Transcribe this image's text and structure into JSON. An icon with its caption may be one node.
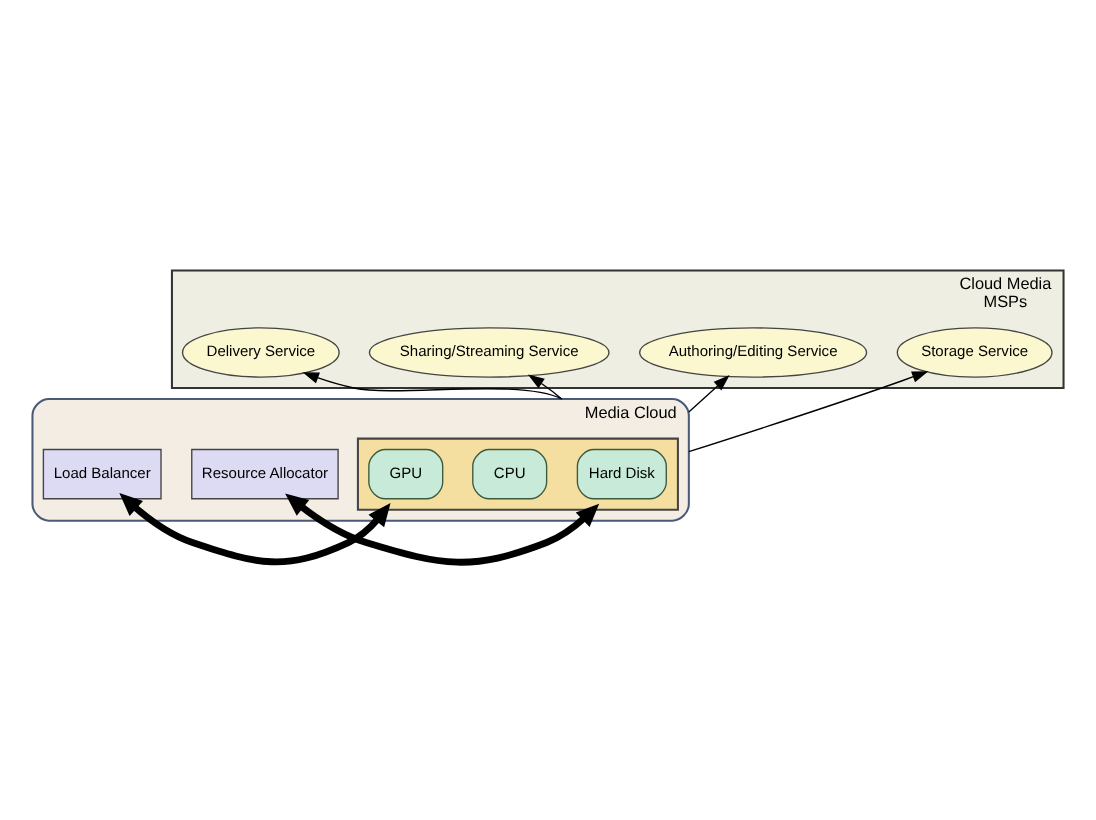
{
  "diagram": {
    "nodes": [
      {
        "text": [
          "Cloud Media",
          "MSPs"
        ]
      },
      {
        "text": [
          "Storage Service"
        ],
        "in": 0
      },
      {
        "text": [
          "Authoring/Editing Service"
        ],
        "in": 0
      },
      {
        "text": [
          "Sharing/Streaming Service"
        ],
        "in": 0
      },
      {
        "text": [
          "Delivery Service"
        ],
        "in": 0
      },
      {
        "text": [
          "Media Cloud"
        ]
      },
      {
        "text": [],
        "shape": "box",
        "in": 5
      },
      {
        "text": [
          "Hard Disk"
        ],
        "in": 6
      },
      {
        "text": [
          "CPU"
        ],
        "in": 6
      },
      {
        "text": [
          "GPU"
        ],
        "in": 6
      },
      {
        "text": [
          "Resource Allocator"
        ],
        "in": 5
      },
      {
        "text": [
          "Load Balancer"
        ],
        "in": 5
      }
    ],
    "edges": [
      {
        "from": 5,
        "to": 1,
        "arrow": "to"
      },
      {
        "from": 5,
        "to": 2,
        "arrow": "to"
      },
      {
        "from": 5,
        "to": 3,
        "arrow": "to"
      },
      {
        "from": 5,
        "to": 4,
        "arrow": "to"
      },
      {
        "from": 6,
        "to": 10,
        "arrow": "both",
        "style": "thick"
      },
      {
        "from": 6,
        "to": 11,
        "arrow": "both",
        "style": "thick"
      }
    ]
  }
}
